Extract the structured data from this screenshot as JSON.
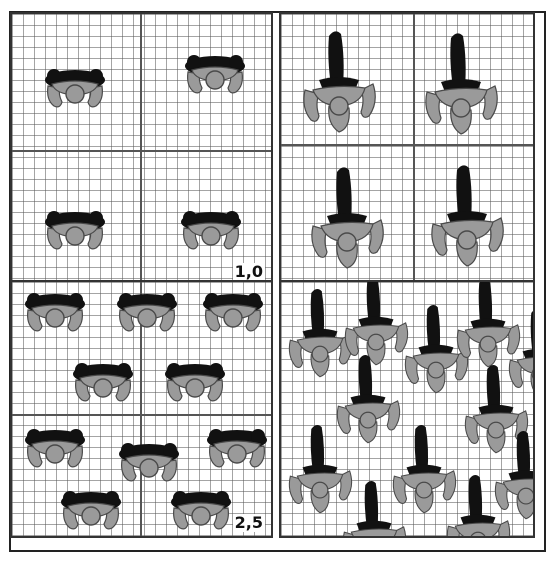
{
  "panels": [
    {
      "id": "top-left",
      "label": "1,0"
    },
    {
      "id": "top-right",
      "label": ""
    },
    {
      "id": "bottom-left",
      "label": "2,5"
    },
    {
      "id": "bottom-right",
      "label": ""
    }
  ],
  "colors": {
    "grid_line": "#5a5a5a",
    "figure_body": "#9a9a9a",
    "figure_outline": "#4a4a4a",
    "figure_dark": "#111111",
    "frame_border": "#222222"
  }
}
